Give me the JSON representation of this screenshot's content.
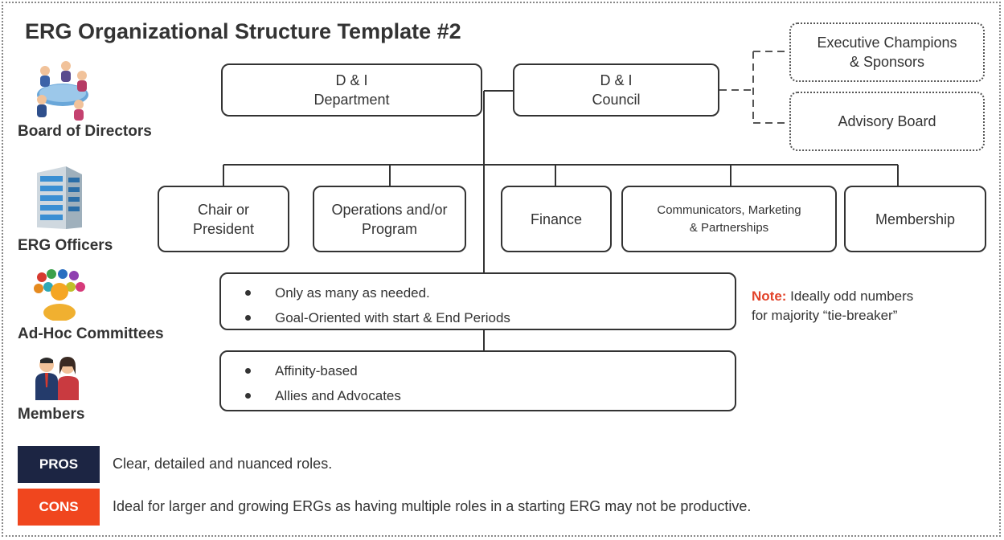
{
  "title": "ERG Organizational Structure Template #2",
  "sidebar": [
    {
      "label": "Board of Directors",
      "icon": "meeting-table-icon"
    },
    {
      "label": "ERG Officers",
      "icon": "office-building-icon"
    },
    {
      "label": "Ad-Hoc Committees",
      "icon": "people-group-icon"
    },
    {
      "label": "Members",
      "icon": "business-people-icon"
    }
  ],
  "top_boxes": {
    "dept": [
      "D & I",
      "Department"
    ],
    "council": [
      "D & I",
      "Council"
    ]
  },
  "advisory": {
    "exec": [
      "Executive Champions",
      "& Sponsors"
    ],
    "board": "Advisory Board"
  },
  "officers": {
    "chair": [
      "Chair or",
      "President"
    ],
    "operations": [
      "Operations and/or",
      "Program"
    ],
    "finance": "Finance",
    "communicators": [
      "Communicators, Marketing",
      "& Partnerships"
    ],
    "membership": "Membership"
  },
  "committees": [
    "Only as many as needed.",
    "Goal-Oriented with start & End Periods"
  ],
  "members": [
    "Affinity-based",
    "Allies and Advocates"
  ],
  "note": {
    "label": "Note:",
    "text1": " Ideally odd numbers",
    "text2": "for majority “tie-breaker”"
  },
  "pros": {
    "label": "PROS",
    "text": "Clear, detailed and nuanced roles.",
    "color": "#1c2543"
  },
  "cons": {
    "label": "CONS",
    "text": "Ideal for larger and growing ERGs as having multiple roles in a starting ERG may not be productive.",
    "color": "#f0461e"
  }
}
